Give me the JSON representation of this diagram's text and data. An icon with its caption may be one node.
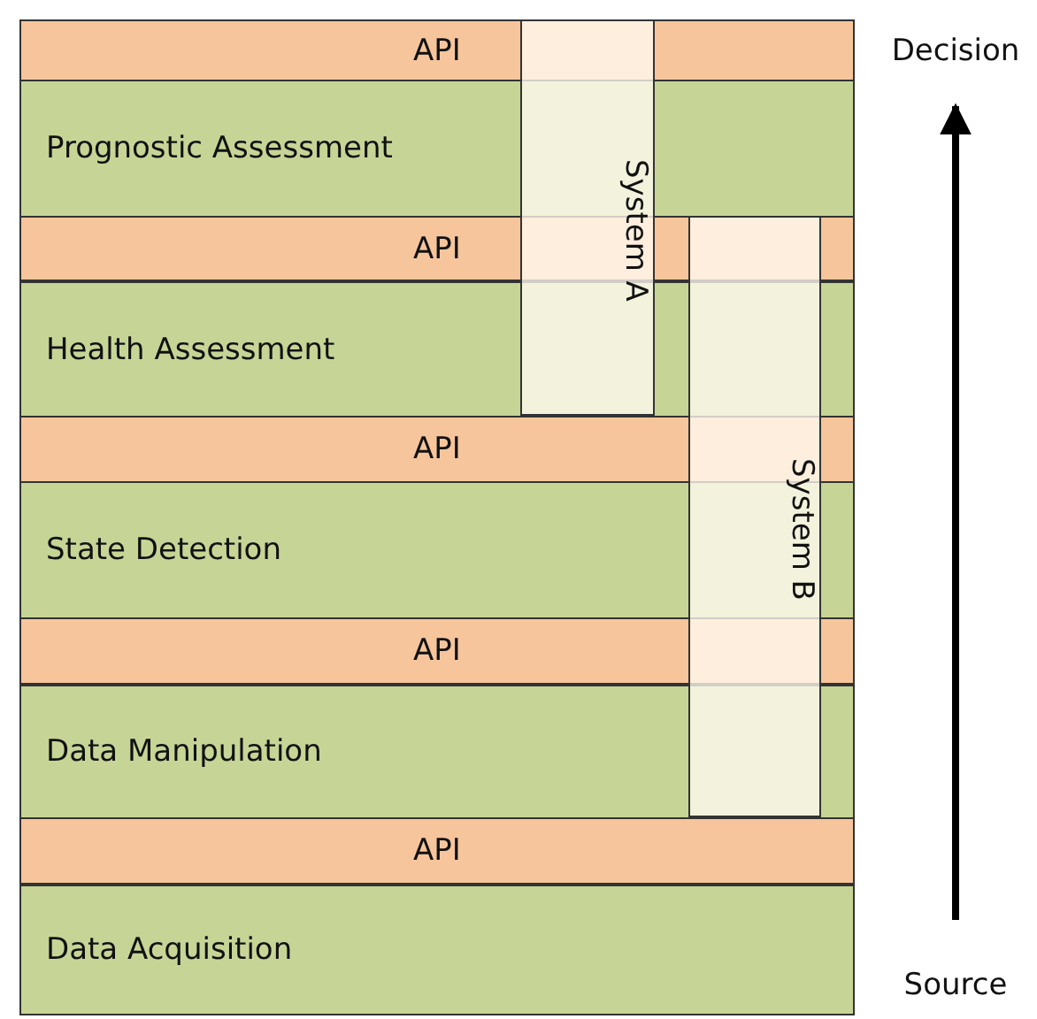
{
  "diagram": {
    "nodes": [
      {
        "text": [
          "API"
        ]
      },
      {
        "text": [
          "Prognostic Assessment"
        ]
      },
      {
        "text": [
          "API"
        ]
      },
      {
        "text": [
          "Health Assessment"
        ]
      },
      {
        "text": [
          "API"
        ]
      },
      {
        "text": [
          "State Detection"
        ]
      },
      {
        "text": [
          "API"
        ]
      },
      {
        "text": [
          "Data Manipulation"
        ]
      },
      {
        "text": [
          "API"
        ]
      },
      {
        "text": [
          "Data Acquisition"
        ]
      },
      {
        "text": [
          "System A"
        ]
      },
      {
        "text": [
          "System B"
        ]
      },
      {
        "text": [
          "Decision"
        ]
      },
      {
        "text": [
          "Source"
        ]
      }
    ],
    "edges": [
      {
        "from": 13,
        "to": 12,
        "arrow": "to"
      }
    ]
  }
}
